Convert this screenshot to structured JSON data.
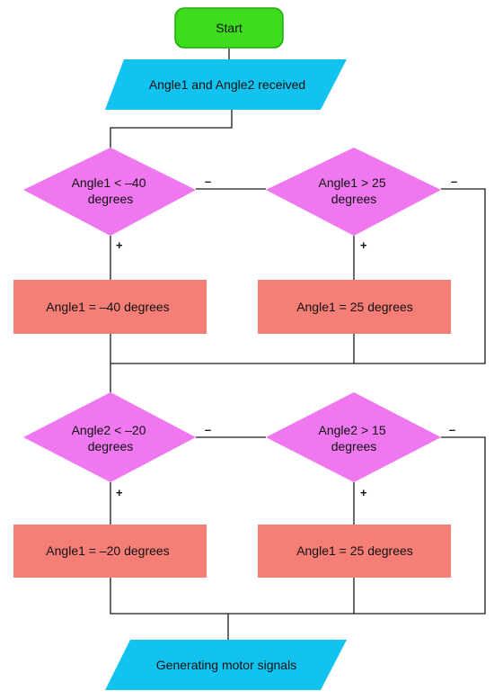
{
  "nodes": {
    "start": "Start",
    "input": "Angle1 and Angle2 received",
    "d1": [
      "Angle1 < –40",
      "degrees"
    ],
    "d2": [
      "Angle1 > 25",
      "degrees"
    ],
    "p1": "Angle1 = –40 degrees",
    "p2": "Angle1 = 25 degrees",
    "d3": [
      "Angle2 < –20",
      "degrees"
    ],
    "d4": [
      "Angle2 > 15",
      "degrees"
    ],
    "p3": "Angle1 = –20 degrees",
    "p4": "Angle1 = 25 degrees",
    "output": "Generating motor signals"
  },
  "edge_labels": {
    "d1_no": "–",
    "d1_yes": "+",
    "d2_no": "–",
    "d2_yes": "+",
    "d3_no": "–",
    "d3_yes": "+",
    "d4_no": "–",
    "d4_yes": "+"
  },
  "colors": {
    "start_fill": "#3ddc1e",
    "start_stroke": "#22a80c",
    "io_fill": "#12c3ef",
    "decision_fill": "#ef77ef",
    "process_fill": "#f57f76",
    "line": "#1a1a1a"
  }
}
